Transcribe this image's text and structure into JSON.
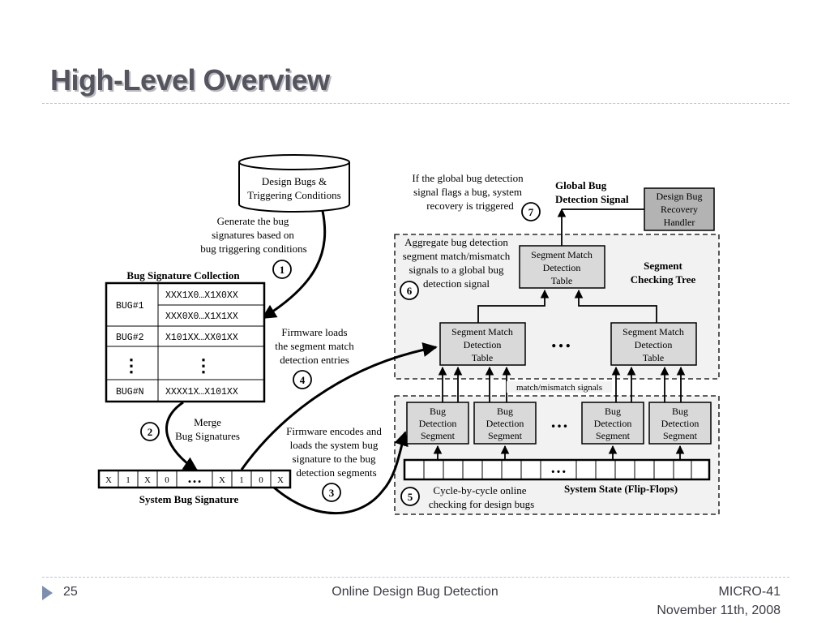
{
  "slide": {
    "title": "High-Level Overview",
    "footer": {
      "page_number": "25",
      "center": "Online Design Bug Detection",
      "venue": "MICRO-41",
      "date": "November 11th, 2008"
    }
  },
  "diagram": {
    "database_label": [
      "Design Bugs &",
      "Triggering Conditions"
    ],
    "step1_text": [
      "Generate the bug",
      "signatures based on",
      "bug triggering conditions"
    ],
    "bug_signature_collection": {
      "title": "Bug Signature Collection",
      "rows": [
        {
          "label": "BUG#1",
          "values": [
            "XXX1X0…X1X0XX",
            "XXX0X0…X1X1XX"
          ]
        },
        {
          "label": "BUG#2",
          "values": [
            "X101XX…XX01XX"
          ]
        },
        {
          "label": "⋮",
          "values": [
            "⋮"
          ]
        },
        {
          "label": "BUG#N",
          "values": [
            "XXXX1X…X101XX"
          ]
        }
      ]
    },
    "step2_text": [
      "Merge",
      "Bug Signatures"
    ],
    "system_signature": {
      "cells": [
        "X",
        "1",
        "X",
        "0",
        "…",
        "X",
        "1",
        "0",
        "X"
      ],
      "label": "System Bug Signature"
    },
    "step3_text": [
      "Firmware encodes and",
      "loads  the system bug",
      "signature to the bug",
      "detection segments"
    ],
    "step4_text": [
      "Firmware loads",
      "the segment match",
      "detection entries"
    ],
    "step5_text": [
      "Cycle-by-cycle online",
      "checking for design bugs"
    ],
    "step6_text": [
      "Aggregate bug detection",
      "segment match/mismatch",
      "signals to a global bug",
      "detection signal"
    ],
    "step7_text": [
      "If the global bug detection",
      "signal flags a bug, system",
      "recovery is triggered"
    ],
    "step_numbers": [
      "1",
      "2",
      "3",
      "4",
      "5",
      "6",
      "7"
    ],
    "global_signal_label": [
      "Global Bug",
      "Detection Signal"
    ],
    "recovery_handler": [
      "Design Bug",
      "Recovery",
      "Handler"
    ],
    "segment_checking_tree": [
      "Segment",
      "Checking Tree"
    ],
    "segment_match_table": [
      "Segment Match",
      "Detection",
      "Table"
    ],
    "match_signals_label": "match/mismatch signals",
    "bug_detection_segment": [
      "Bug",
      "Detection",
      "Segment"
    ],
    "ellipsis": "…",
    "system_state_label": "System State (Flip-Flops)"
  },
  "colors": {
    "title_text": "#55555f",
    "footer_text": "#3b3b46",
    "box_fill": "#d9d9d9",
    "handler_fill": "#b3b3b3",
    "dashed_region_fill": "#f2f2f2",
    "accent_triangle": "#7d8fb0"
  }
}
